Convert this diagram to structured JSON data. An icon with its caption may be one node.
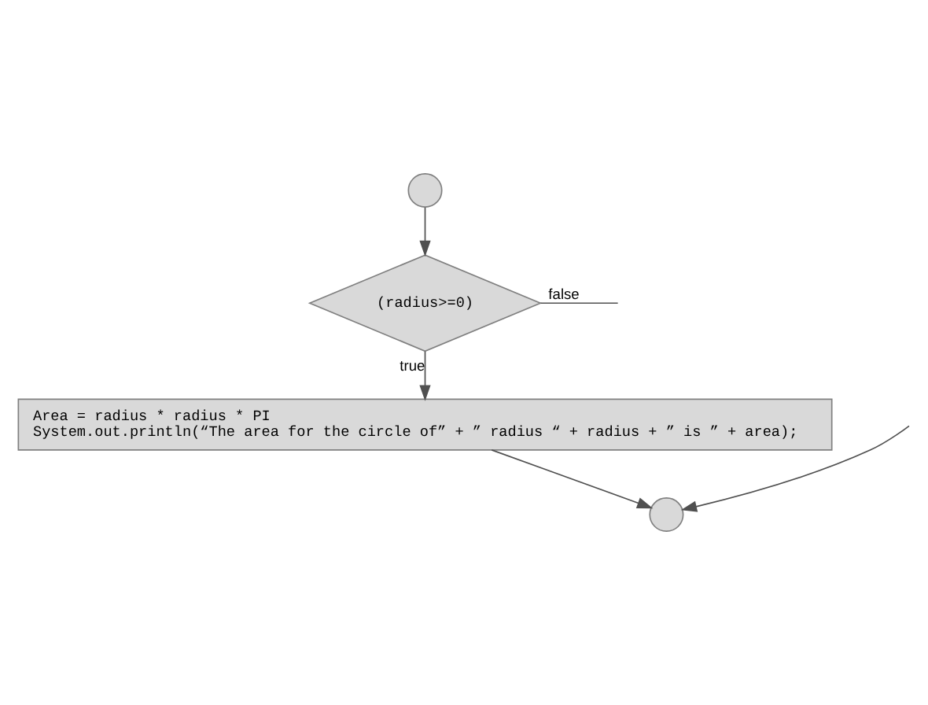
{
  "diagram": {
    "nodes": [
      {
        "text": [],
        "shape": "circle"
      },
      {
        "text": [
          "(radius>=0)"
        ]
      },
      {
        "text": [
          "Area = radius * radius * PI",
          "System.out.println(“The area for the circle of” + ” radius “ + radius + ” is ” + area);"
        ]
      },
      {
        "text": [],
        "shape": "circle"
      }
    ],
    "edges": [
      {
        "from": 0,
        "to": 1,
        "arrow": "to"
      },
      {
        "from": 1,
        "to": null,
        "label": "false",
        "arrow": "none"
      },
      {
        "from": 1,
        "to": 2,
        "label": "true",
        "arrow": "to"
      },
      {
        "from": 2,
        "to": 3,
        "arrow": "to"
      },
      {
        "from": null,
        "to": 3,
        "arrow": "to"
      }
    ]
  }
}
